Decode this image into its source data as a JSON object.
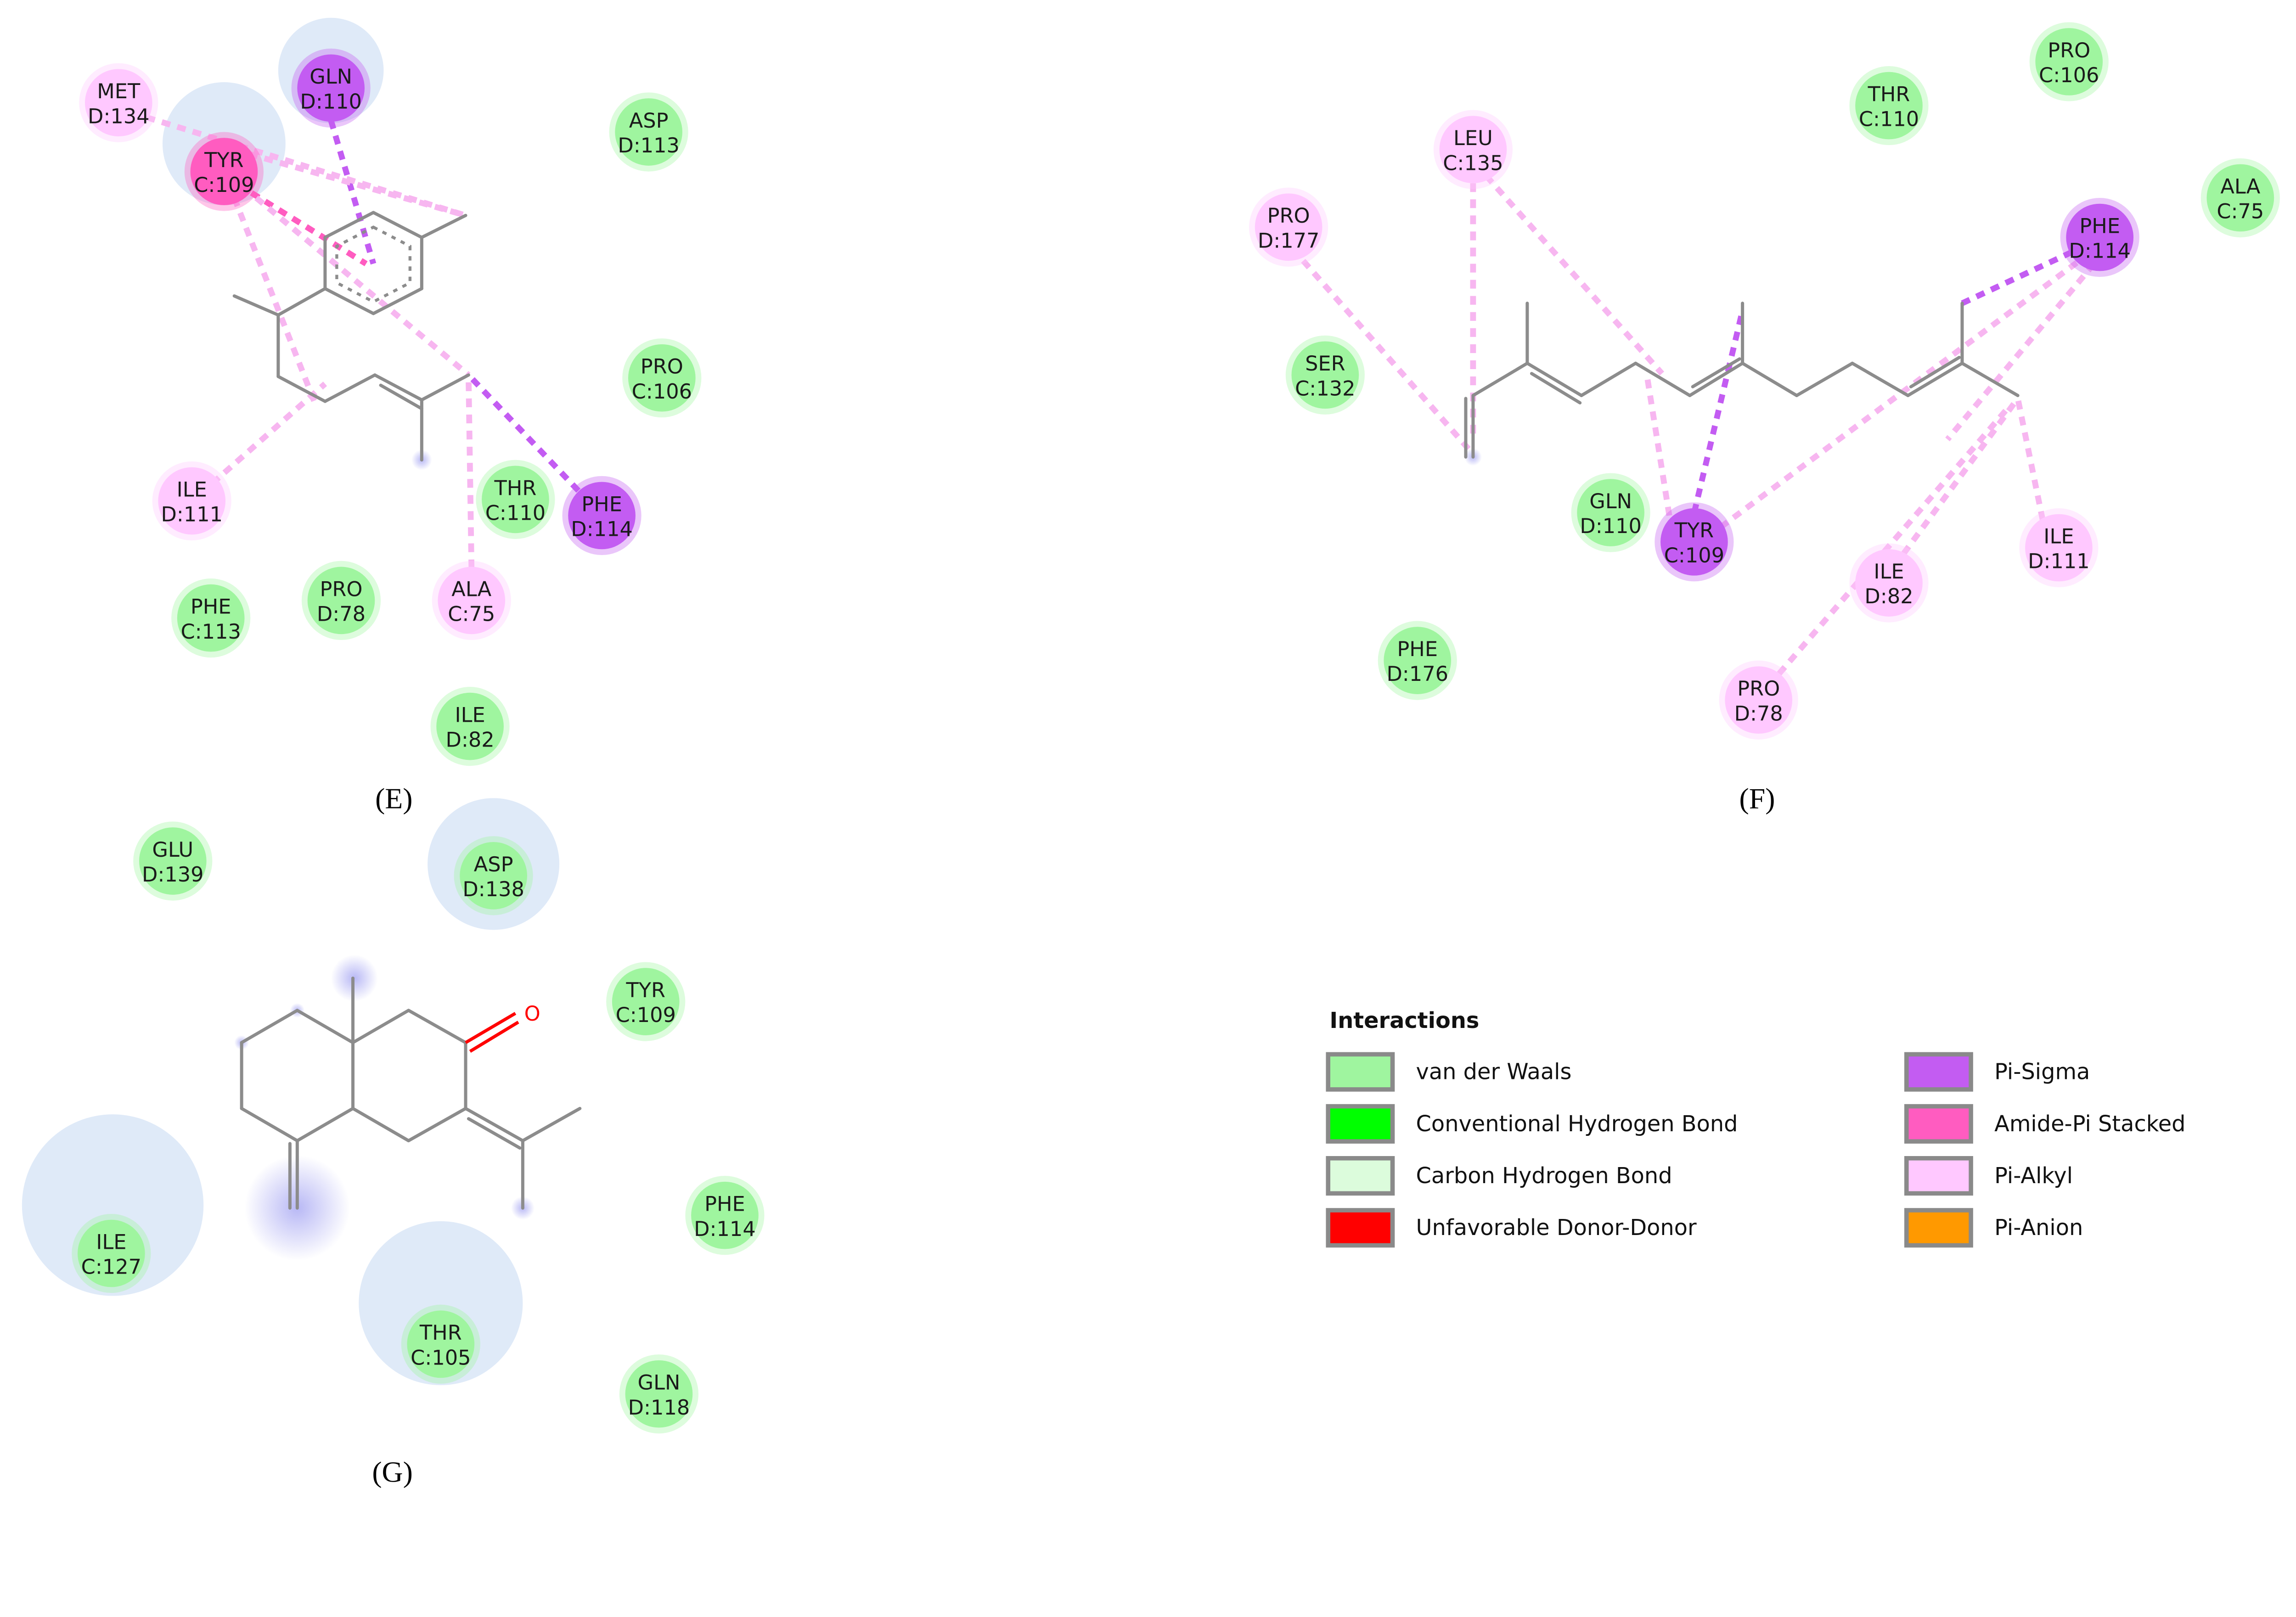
{
  "colors": {
    "van_der_waals": "#9ff59f",
    "conventional_hbond": "#00ff00",
    "carbon_hbond": "#dcfcdc",
    "unfavorable_donor_donor": "#ff0000",
    "pi_sigma": "#c35cf2",
    "amide_pi_stacked": "#ff5cc0",
    "pi_alkyl": "#ffc8ff",
    "pi_anion": "#ff9900",
    "halo": "#dfeaf8",
    "oxygen": "#ff0000"
  },
  "panels": [
    {
      "label": "(E)",
      "residues": [
        {
          "name": "MET",
          "id": "D:134",
          "type": "pi_alkyl"
        },
        {
          "name": "TYR",
          "id": "C:109",
          "type": "amide_pi_stacked"
        },
        {
          "name": "GLN",
          "id": "D:110",
          "type": "pi_sigma"
        },
        {
          "name": "ASP",
          "id": "D:113",
          "type": "van_der_waals"
        },
        {
          "name": "PRO",
          "id": "C:106",
          "type": "van_der_waals"
        },
        {
          "name": "ILE",
          "id": "D:111",
          "type": "pi_alkyl"
        },
        {
          "name": "THR",
          "id": "C:110",
          "type": "van_der_waals"
        },
        {
          "name": "PHE",
          "id": "D:114",
          "type": "pi_sigma"
        },
        {
          "name": "PHE",
          "id": "C:113",
          "type": "van_der_waals"
        },
        {
          "name": "PRO",
          "id": "D:78",
          "type": "van_der_waals"
        },
        {
          "name": "ALA",
          "id": "C:75",
          "type": "pi_alkyl"
        },
        {
          "name": "ILE",
          "id": "D:82",
          "type": "van_der_waals"
        }
      ]
    },
    {
      "label": "(F)",
      "residues": [
        {
          "name": "LEU",
          "id": "C:135",
          "type": "pi_alkyl"
        },
        {
          "name": "PRO",
          "id": "D:177",
          "type": "pi_alkyl"
        },
        {
          "name": "SER",
          "id": "C:132",
          "type": "van_der_waals"
        },
        {
          "name": "THR",
          "id": "C:110",
          "type": "van_der_waals"
        },
        {
          "name": "PRO",
          "id": "C:106",
          "type": "van_der_waals"
        },
        {
          "name": "ALA",
          "id": "C:75",
          "type": "van_der_waals"
        },
        {
          "name": "PHE",
          "id": "D:114",
          "type": "pi_sigma"
        },
        {
          "name": "GLN",
          "id": "D:110",
          "type": "van_der_waals"
        },
        {
          "name": "TYR",
          "id": "C:109",
          "type": "pi_sigma"
        },
        {
          "name": "ILE",
          "id": "D:111",
          "type": "pi_alkyl"
        },
        {
          "name": "ILE",
          "id": "D:82",
          "type": "pi_alkyl"
        },
        {
          "name": "PHE",
          "id": "D:176",
          "type": "van_der_waals"
        },
        {
          "name": "PRO",
          "id": "D:78",
          "type": "pi_alkyl"
        }
      ]
    },
    {
      "label": "(G)",
      "oxygen_label": "O",
      "residues": [
        {
          "name": "GLU",
          "id": "D:139",
          "type": "van_der_waals"
        },
        {
          "name": "ASP",
          "id": "D:138",
          "type": "van_der_waals"
        },
        {
          "name": "TYR",
          "id": "C:109",
          "type": "van_der_waals"
        },
        {
          "name": "PHE",
          "id": "D:114",
          "type": "van_der_waals"
        },
        {
          "name": "ILE",
          "id": "C:127",
          "type": "van_der_waals"
        },
        {
          "name": "THR",
          "id": "C:105",
          "type": "van_der_waals"
        },
        {
          "name": "GLN",
          "id": "D:118",
          "type": "van_der_waals"
        }
      ]
    }
  ],
  "legend": {
    "title": "Interactions",
    "items": [
      {
        "label": "van der Waals",
        "color_key": "van_der_waals"
      },
      {
        "label": "Conventional Hydrogen Bond",
        "color_key": "conventional_hbond"
      },
      {
        "label": "Carbon Hydrogen Bond",
        "color_key": "carbon_hbond"
      },
      {
        "label": "Unfavorable Donor-Donor",
        "color_key": "unfavorable_donor_donor"
      },
      {
        "label": "Pi-Sigma",
        "color_key": "pi_sigma"
      },
      {
        "label": "Amide-Pi Stacked",
        "color_key": "amide_pi_stacked"
      },
      {
        "label": "Pi-Alkyl",
        "color_key": "pi_alkyl"
      },
      {
        "label": "Pi-Anion",
        "color_key": "pi_anion"
      }
    ]
  }
}
